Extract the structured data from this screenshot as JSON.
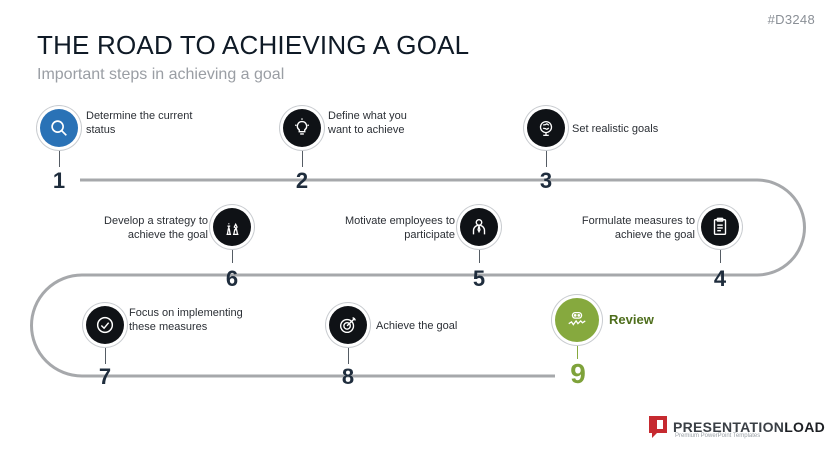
{
  "slide_code": "#D3248",
  "title": "THE ROAD TO ACHIEVING A GOAL",
  "subtitle": "Important steps in achieving a goal",
  "steps": [
    {
      "number": "1",
      "label": "Determine the current status",
      "icon": "magnifier-icon"
    },
    {
      "number": "2",
      "label": "Define what you want to achieve",
      "icon": "lightbulb-icon"
    },
    {
      "number": "3",
      "label": "Set realistic goals",
      "icon": "brain-icon"
    },
    {
      "number": "4",
      "label": "Formulate measures to achieve the goal",
      "icon": "clipboard-icon"
    },
    {
      "number": "5",
      "label": "Motivate employees to participate",
      "icon": "businessman-icon"
    },
    {
      "number": "6",
      "label": "Develop a strategy to achieve the goal",
      "icon": "chess-icon"
    },
    {
      "number": "7",
      "label": "Focus on implementing these measures",
      "icon": "checkmark-icon"
    },
    {
      "number": "8",
      "label": "Achieve the goal",
      "icon": "target-icon"
    },
    {
      "number": "9",
      "label": "Review",
      "icon": "review-icon"
    }
  ],
  "colors": {
    "road": "#a6a8ab",
    "icon": "#0f1216",
    "first": "#2a72b6",
    "final": "#86a93e"
  },
  "logo": {
    "brand_light": "PRESENTATION",
    "brand_bold": "LOAD",
    "tagline": "Premium PowerPoint Templates"
  }
}
